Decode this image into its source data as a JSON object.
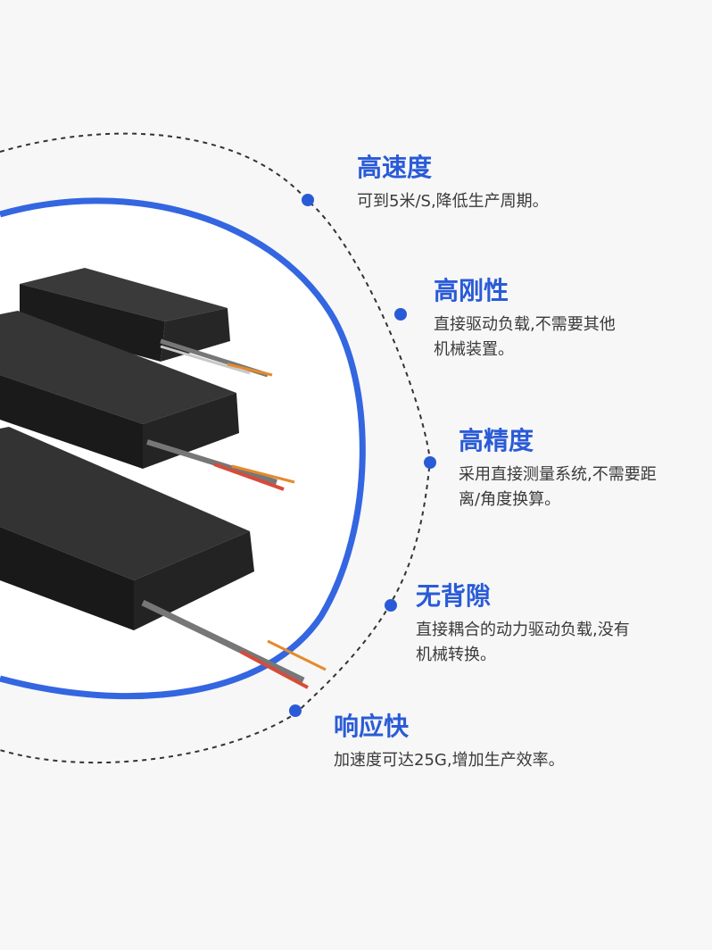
{
  "colors": {
    "accent": "#2a5bd7",
    "text": "#3a3a3a",
    "background": "#f7f7f7",
    "dashed_ring": "#333333",
    "module_body": "#1e1e1e"
  },
  "features": [
    {
      "title": "高速度",
      "desc": "可到5米/S,降低生产周期。"
    },
    {
      "title": "高刚性",
      "desc": "直接驱动负载,不需要其他\n机械装置。"
    },
    {
      "title": "高精度",
      "desc": "采用直接测量系统,不需要距\n离/角度换算。"
    },
    {
      "title": "无背隙",
      "desc": "直接耦合的动力驱动负载,没有\n机械转换。"
    },
    {
      "title": "响应快",
      "desc": "加速度可达25G,增加生产效率。"
    }
  ]
}
